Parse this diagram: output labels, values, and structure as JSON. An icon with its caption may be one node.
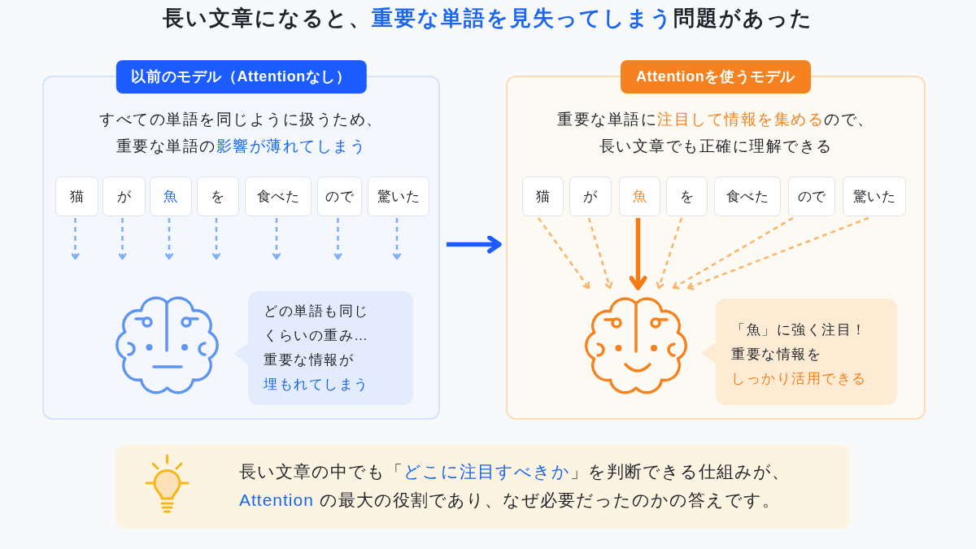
{
  "diagram": {
    "title": "長い文章になると、**重要な単語を見失ってしまう**問題があった",
    "nodes": [
      {
        "text": [
          "以前のモデル（Attentionなし）",
          "すべての単語を同じように扱うため、重要な単語の**影響が薄れてしまう**"
        ]
      },
      {
        "text": [
          "猫"
        ],
        "in": 0
      },
      {
        "text": [
          "が"
        ],
        "in": 0
      },
      {
        "text": [
          "魚"
        ],
        "in": 0
      },
      {
        "text": [
          "を"
        ],
        "in": 0
      },
      {
        "text": [
          "食べた"
        ],
        "in": 0
      },
      {
        "text": [
          "ので"
        ],
        "in": 0
      },
      {
        "text": [
          "驚いた"
        ],
        "in": 0
      },
      {
        "text": [],
        "shape": "picture",
        "in": 0
      },
      {
        "text": [
          "どの単語も同じくらいの重み…",
          "重要な情報が**埋もれてしまう**"
        ],
        "in": 0
      },
      {
        "text": [
          "Attentionを使うモデル",
          "重要な単語に**注目して情報を集める**ので、長い文章でも正確に理解できる"
        ]
      },
      {
        "text": [
          "猫"
        ],
        "in": 10
      },
      {
        "text": [
          "が"
        ],
        "in": 10
      },
      {
        "text": [
          "魚"
        ],
        "in": 10
      },
      {
        "text": [
          "を"
        ],
        "in": 10
      },
      {
        "text": [
          "食べた"
        ],
        "in": 10
      },
      {
        "text": [
          "ので"
        ],
        "in": 10
      },
      {
        "text": [
          "驚いた"
        ],
        "in": 10
      },
      {
        "text": [],
        "shape": "picture",
        "in": 10
      },
      {
        "text": [
          "「魚」に強く注目！",
          "重要な情報を**しっかり活用できる**"
        ],
        "in": 10
      },
      {
        "text": [
          "長い文章の中でも「**どこに注目すべきか**」を判断できる仕組みが、**Attention** の最大の役割であり、なぜ必要だったのかの答えです。"
        ]
      }
    ],
    "edges": [
      {
        "from": 1,
        "to": null,
        "arrow": "to",
        "style": "dashed",
        "color": "#7eaef7"
      },
      {
        "from": 2,
        "to": null,
        "arrow": "to",
        "style": "dashed",
        "color": "#7eaef7"
      },
      {
        "from": 3,
        "to": null,
        "arrow": "to",
        "style": "dashed",
        "color": "#7eaef7"
      },
      {
        "from": 4,
        "to": null,
        "arrow": "to",
        "style": "dashed",
        "color": "#7eaef7"
      },
      {
        "from": 5,
        "to": null,
        "arrow": "to",
        "style": "dashed",
        "color": "#7eaef7"
      },
      {
        "from": 6,
        "to": null,
        "arrow": "to",
        "style": "dashed",
        "color": "#7eaef7"
      },
      {
        "from": 7,
        "to": null,
        "arrow": "to",
        "style": "dashed",
        "color": "#7eaef7"
      },
      {
        "from": 0,
        "to": 10,
        "arrow": "to",
        "style": "thick",
        "color": "#1a5cff"
      },
      {
        "from": 11,
        "to": 18,
        "arrow": "to",
        "style": "dashed",
        "color": "#f9b46c"
      },
      {
        "from": 12,
        "to": 18,
        "arrow": "to",
        "style": "dashed",
        "color": "#f9b46c"
      },
      {
        "from": 13,
        "to": 18,
        "arrow": "to",
        "style": "thick",
        "color": "#f57c14"
      },
      {
        "from": 14,
        "to": 18,
        "arrow": "to",
        "style": "dashed",
        "color": "#f9b46c"
      },
      {
        "from": 16,
        "to": 18,
        "arrow": "to",
        "style": "dashed",
        "color": "#f9b46c"
      },
      {
        "from": 17,
        "to": 18,
        "arrow": "to",
        "style": "dashed",
        "color": "#f9b46c"
      }
    ]
  }
}
